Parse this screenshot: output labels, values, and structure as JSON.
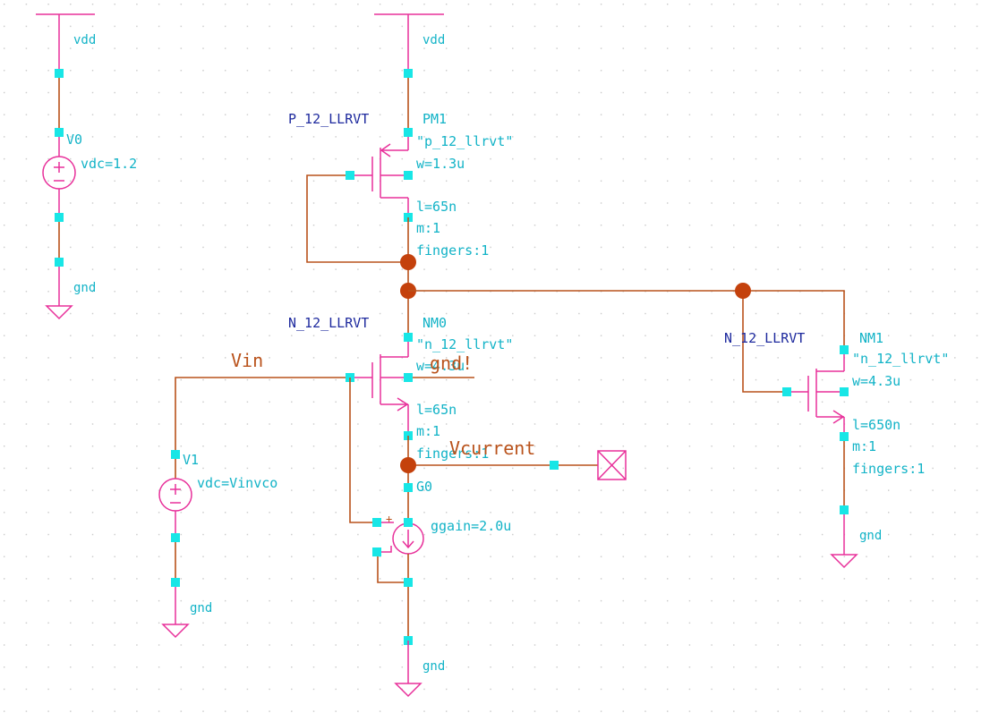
{
  "colors": {
    "background": "#ffffff",
    "wire": "#b9521b",
    "symbol": "#e8309a",
    "pin": "#18e6e6",
    "junction": "#c4410c",
    "label": "#12b3c7",
    "cell_name": "#1e2a9e",
    "grid_dot": "#c8c8c8"
  },
  "supply": {
    "vdd_left": "vdd",
    "vdd_mid": "vdd",
    "gnd_v0": "gnd",
    "gnd_v1": "gnd",
    "gnd_g0": "gnd",
    "gnd_nm1": "gnd"
  },
  "v0": {
    "name": "V0",
    "param": "vdc=1.2"
  },
  "v1": {
    "name": "V1",
    "param": "vdc=Vinvco"
  },
  "pm1": {
    "cell": "P_12_LLRVT",
    "name": "PM1",
    "model": "\"p_12_llrvt\"",
    "w": "w=1.3u",
    "l": "l=65n",
    "m": "m:1",
    "fingers": "fingers:1"
  },
  "nm0": {
    "cell": "N_12_LLRVT",
    "name": "NM0",
    "model": "\"n_12_llrvt\"",
    "w": "w=4.3u",
    "bulk": "gnd!",
    "l": "l=65n",
    "m": "m:1",
    "fingers": "fingers:1"
  },
  "nm1": {
    "cell": "N_12_LLRVT",
    "name": "NM1",
    "model": "\"n_12_llrvt\"",
    "w": "w=4.3u",
    "l": "l=650n",
    "m": "m:1",
    "fingers": "fingers:1"
  },
  "g0": {
    "name": "G0",
    "param": "ggain=2.0u",
    "plus": "+"
  },
  "nets": {
    "vin": "Vin",
    "vcurrent": "Vcurrent"
  }
}
